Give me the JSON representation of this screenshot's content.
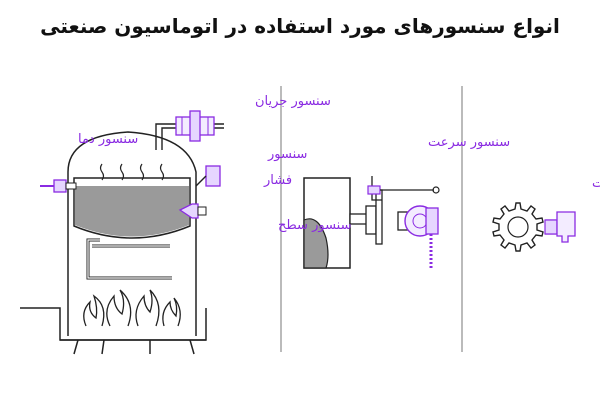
{
  "title": "انواع سنسورهای مورد استفاده در اتوماسیون صنعتی",
  "colors": {
    "label": "#8a2be2",
    "line": "#222222",
    "liquid": "#9a9a9a",
    "accent": "#c9a8f5"
  },
  "labels": {
    "flow": "سنسور جریان",
    "temperature": "سنسور دما",
    "pressure_line1": "سنسور",
    "pressure_line2": "فشار",
    "level": "سنسور سطح",
    "speed": "سنسور سرعت",
    "position": "سنسور موقعیت"
  }
}
